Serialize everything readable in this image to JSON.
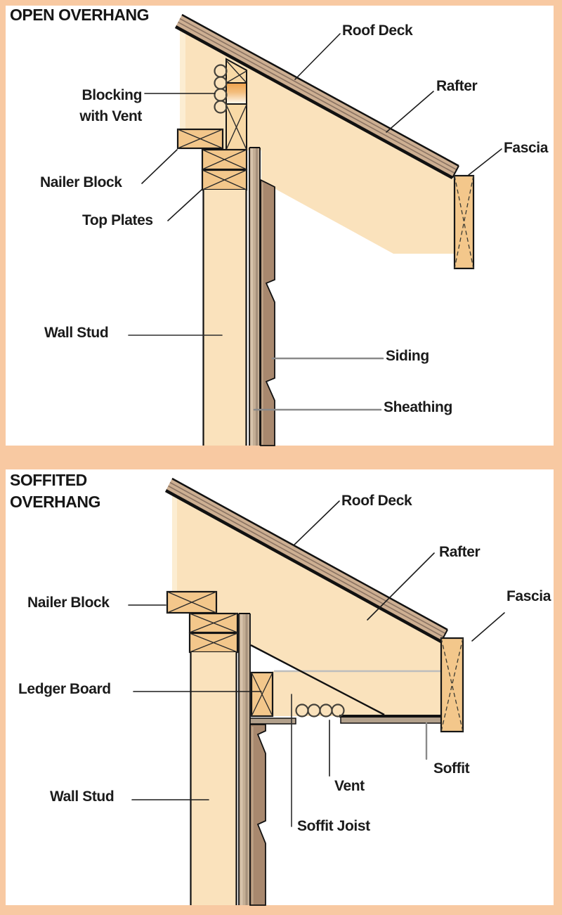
{
  "palette": {
    "background": "#F8C9A2",
    "panel": "#FFFFFF",
    "wood_cream": "#FAE2BC",
    "wood_tan": "#F3C78B",
    "deck_brown": "#CDAF92",
    "deck_stripe": "#8A7363",
    "siding_brown": "#A8886E",
    "sheathing_tan": "#C4AE95",
    "soffit_gray": "#B2A08B",
    "vent_orange": "#EFA24C",
    "outline": "#151515",
    "leader_gray": "#8A8A8A"
  },
  "open_overhang": {
    "title": "OPEN OVERHANG",
    "labels": {
      "roof_deck": "Roof Deck",
      "rafter": "Rafter",
      "fascia": "Fascia",
      "blocking_line1": "Blocking",
      "blocking_line2": "with Vent",
      "nailer_block": "Nailer Block",
      "top_plates": "Top Plates",
      "wall_stud": "Wall Stud",
      "siding": "Siding",
      "sheathing": "Sheathing"
    }
  },
  "soffited_overhang": {
    "title_line1": "SOFFITED",
    "title_line2": "OVERHANG",
    "labels": {
      "roof_deck": "Roof Deck",
      "rafter": "Rafter",
      "fascia": "Fascia",
      "nailer_block": "Nailer Block",
      "ledger_board": "Ledger Board",
      "wall_stud": "Wall Stud",
      "vent": "Vent",
      "soffit_joist": "Soffit Joist",
      "soffit": "Soffit"
    }
  }
}
